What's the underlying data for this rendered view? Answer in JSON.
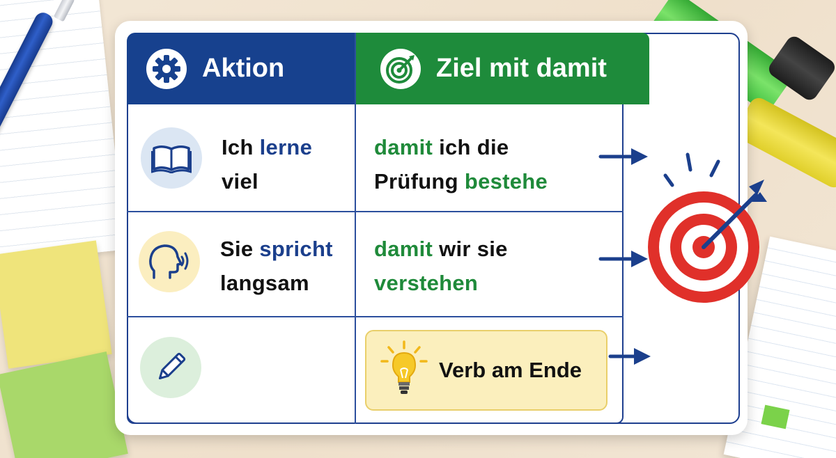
{
  "header": {
    "left_label": "Aktion",
    "right_label": "Ziel mit damit",
    "left_icon": "gear-icon",
    "right_icon": "target-icon"
  },
  "rows": [
    {
      "icon": "open-book-icon",
      "action": {
        "line1_a": "Ich ",
        "line1_b": "lerne",
        "line2": "viel"
      },
      "goal": {
        "line1_a": "damit",
        "line1_b": " ich die",
        "line2_a": "Prüfung ",
        "line2_b": "bestehe"
      }
    },
    {
      "icon": "speaking-head-icon",
      "action": {
        "line1_a": "Sie ",
        "line1_b": "spricht",
        "line2": "langsam"
      },
      "goal": {
        "line1_a": "damit",
        "line1_b": " wir sie",
        "line2": "verstehen"
      }
    },
    {
      "icon": "pencil-icon",
      "tip": {
        "icon": "lightbulb-icon",
        "text": "Verb am Ende"
      }
    }
  ],
  "side": {
    "target_icon": "dartboard-icon"
  },
  "colors": {
    "navy": "#17418e",
    "green": "#1e8b3b",
    "red": "#e0302a",
    "tip_bg": "#fbefbd"
  }
}
